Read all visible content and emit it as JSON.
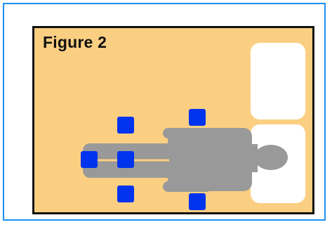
{
  "figure": {
    "label": "Figure 2"
  },
  "colors": {
    "frame_border": "#1e90f0",
    "panel_background": "#fbcf82",
    "panel_border": "#111111",
    "pillow": "#ffffff",
    "body": "#999999",
    "marker": "#0033ee"
  },
  "icons": {
    "marker": "blue-square",
    "figure": "person-outline-top-view"
  }
}
